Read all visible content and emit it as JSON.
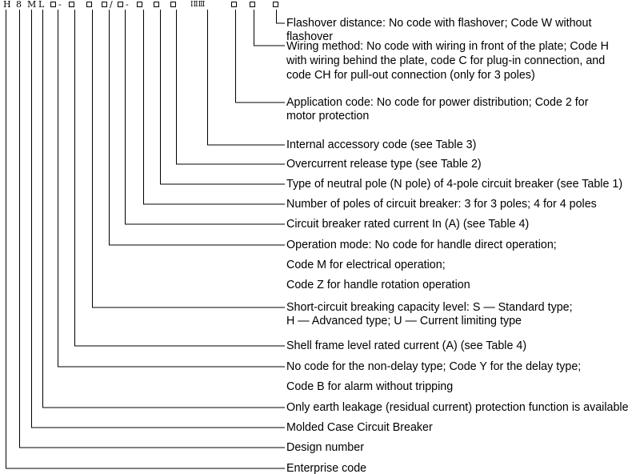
{
  "code_parts": {
    "H": "H",
    "digit": "8",
    "M": "M",
    "L": "L",
    "dash1": "-",
    "slash": "/",
    "dash2": "-",
    "accessory": "ⅠⅡⅢ"
  },
  "descriptions": {
    "flashover_1": "Flashover distance: No code with flashover; Code W without",
    "flashover_2": "flashover",
    "wiring_1": "Wiring method: No code with wiring in front of the plate; Code H",
    "wiring_2": "with wiring behind the plate, code C for plug-in connection, and",
    "wiring_3": "code CH for pull-out connection (only for 3 poles)",
    "application_1": "Application code: No code for power distribution; Code 2 for",
    "application_2": "motor protection",
    "internal_accessory": "Internal accessory code (see Table 3)",
    "overcurrent_release": "Overcurrent release type (see Table 2)",
    "neutral_pole": "Type of neutral pole (N pole) of 4-pole circuit breaker (see Table 1)",
    "poles": "Number of poles of circuit breaker: 3 for 3 poles; 4 for 4 poles",
    "rated_current": "Circuit breaker rated current In (A) (see Table 4)",
    "operation_1": "Operation mode: No code for handle direct operation;",
    "operation_2": "Code M for electrical operation;",
    "operation_3": "Code Z for handle rotation operation",
    "breaking_1": "Short-circuit breaking capacity level: S — Standard type;",
    "breaking_2": "H — Advanced type; U — Current limiting type",
    "shell_frame": "Shell frame level rated current (A) (see Table 4)",
    "delay_1": "No code for the non-delay type; Code Y for the delay type;",
    "delay_2": "Code B for alarm without tripping",
    "earth_leakage": "Only earth leakage (residual current) protection function is available",
    "mccb": "Molded Case Circuit Breaker",
    "design_number": "Design number",
    "enterprise_code": "Enterprise code"
  }
}
